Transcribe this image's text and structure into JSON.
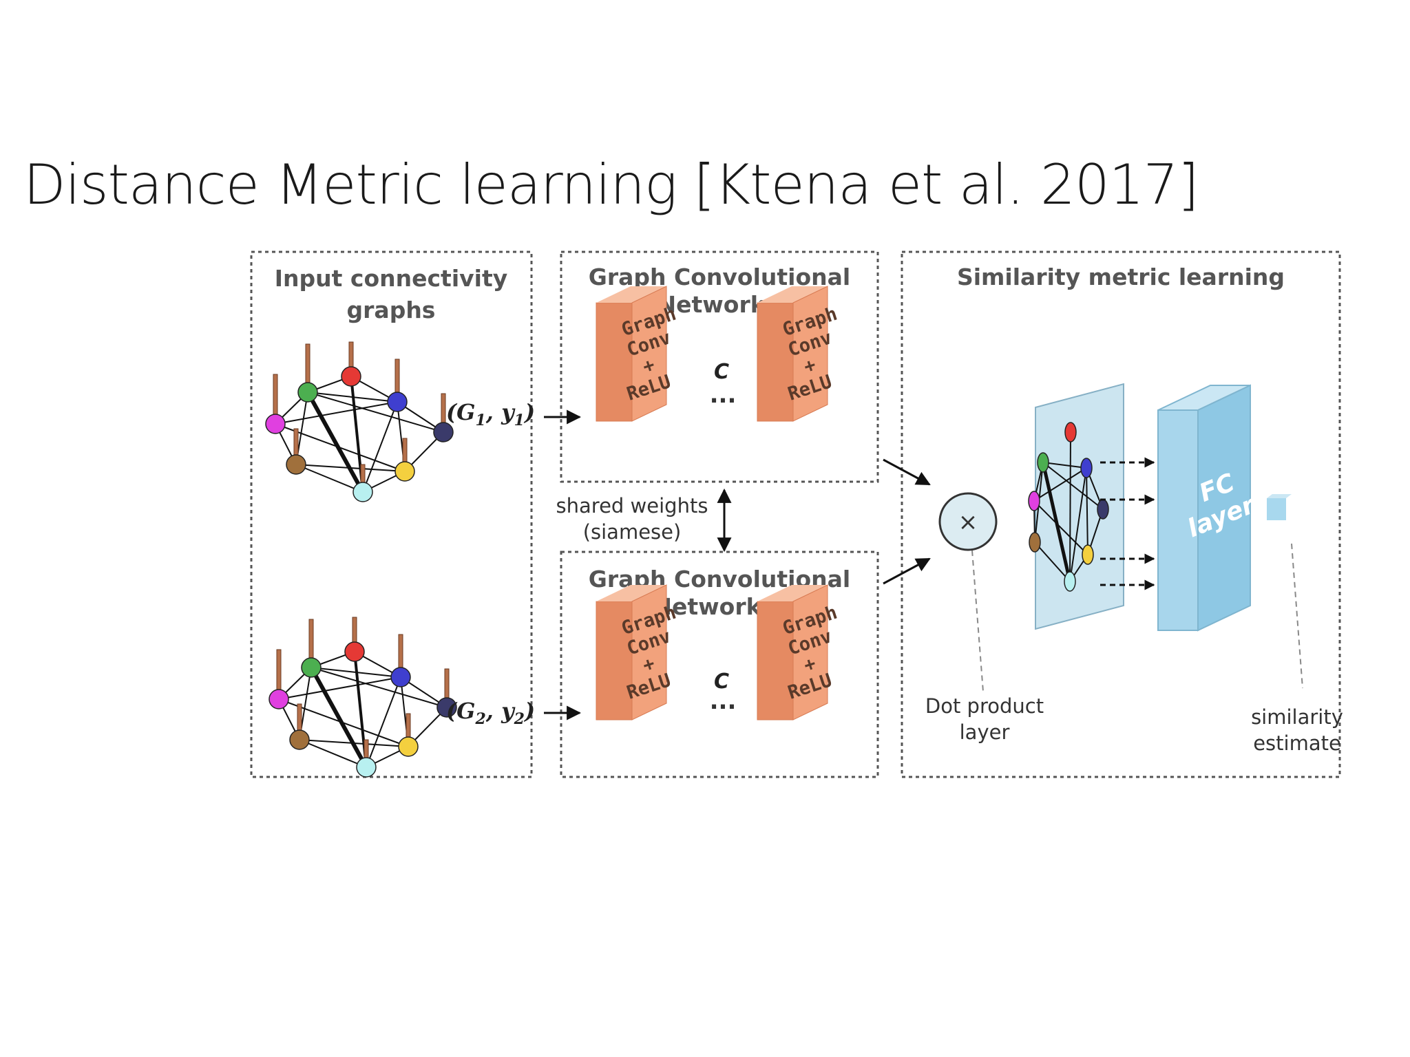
{
  "title": "Distance Metric learning [Ktena et al. 2017]",
  "panels": {
    "input": {
      "title_line1": "Input connectivity",
      "title_line2": "graphs"
    },
    "gcn1": {
      "title_line1": "Graph Convolutional",
      "title_line2": "Network I"
    },
    "gcn2": {
      "title_line1": "Graph Convolutional",
      "title_line2": "Network II"
    },
    "similarity": {
      "title": "Similarity metric learning"
    }
  },
  "pairs": {
    "g1": {
      "open": "(G",
      "sub1": "1",
      "comma": ", y",
      "sub2": "1",
      "close": ")"
    },
    "g2": {
      "open": "(G",
      "sub1": "2",
      "comma": ", y",
      "sub2": "2",
      "close": ")"
    }
  },
  "block": {
    "line1": "Graph",
    "line2": "Conv",
    "line3": "+",
    "line4": "ReLU"
  },
  "c_label": "C",
  "ellipsis": "...",
  "shared": {
    "line1": "shared weights",
    "line2": "(siamese)"
  },
  "dot_symbol": "×",
  "dot_label": {
    "line1": "Dot product",
    "line2": "layer"
  },
  "fc": {
    "line1": "FC",
    "line2": "layer"
  },
  "similarity_label": {
    "line1": "similarity",
    "line2": "estimate"
  },
  "colors": {
    "block_front": "#f2a27c",
    "block_side": "#e58a62",
    "fc_front": "#8ec8e4",
    "fc_side": "#a8d6ec",
    "node_red": "#e53935",
    "node_green": "#4caf50",
    "node_blue": "#3f3fcf",
    "node_navy": "#3a3a6a",
    "node_magenta": "#e040e0",
    "node_brown": "#a0703c",
    "node_yellow": "#f4d03f",
    "node_cyan": "#b8f0f0"
  }
}
